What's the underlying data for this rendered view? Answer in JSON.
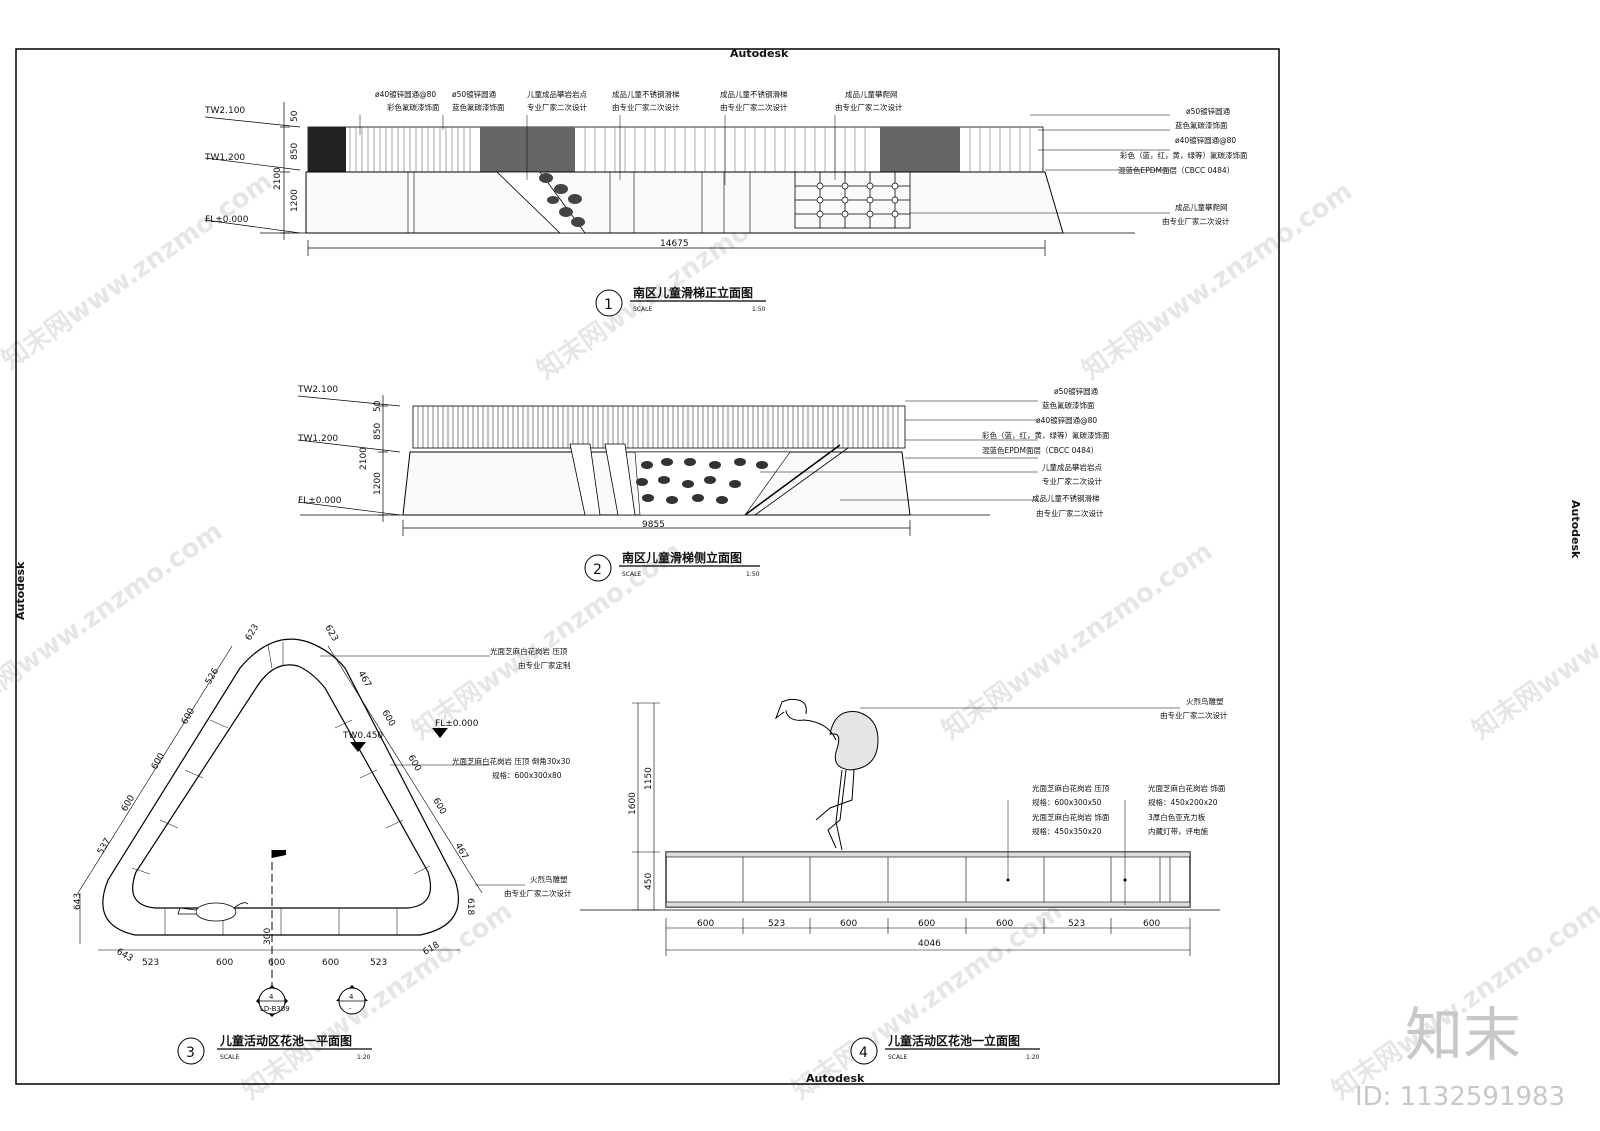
{
  "frame": {
    "autodesk_top": "Autodesk",
    "autodesk_bottom": "Autodesk",
    "autodesk_left": "Autodesk",
    "autodesk_right": "Autodesk"
  },
  "watermark": {
    "site": "知末网www.znzmo.com",
    "logo": "知末",
    "id": "ID: 1132591983"
  },
  "drawings": [
    {
      "num": "1",
      "title": "南区儿童滑梯正立面图",
      "scale_label": "SCALE",
      "scale": "1:50"
    },
    {
      "num": "2",
      "title": "南区儿童滑梯侧立面图",
      "scale_label": "SCALE",
      "scale": "1:50"
    },
    {
      "num": "3",
      "title": "儿童活动区花池一平面图",
      "scale_label": "SCALE",
      "scale": "1:20"
    },
    {
      "num": "4",
      "title": "儿童活动区花池一立面图",
      "scale_label": "SCALE",
      "scale": "1:20"
    }
  ],
  "elev1": {
    "levels": [
      "TW2.100",
      "TW1.200",
      "FL±0.000"
    ],
    "dims_v": [
      "50",
      "850",
      "2100",
      "1200"
    ],
    "dim_h": "14675",
    "top_notes": [
      [
        "ø40镀锌圆通@80",
        "彩色氟碳漆饰面"
      ],
      [
        "ø50镀锌圆通",
        "蓝色氟碳漆饰面"
      ],
      [
        "儿童成品攀岩岩点",
        "专业厂家二次设计"
      ],
      [
        "成品儿童不锈钢滑梯",
        "由专业厂家二次设计"
      ],
      [
        "成品儿童不锈钢滑梯",
        "由专业厂家二次设计"
      ],
      [
        "成品儿童攀爬网",
        "由专业厂家二次设计"
      ]
    ],
    "right_notes": [
      "ø50镀锌圆通",
      "蓝色氟碳漆饰面",
      "ø40镀锌圆通@80",
      "彩色（蓝，红，黄，绿等）氟碳漆饰面",
      "混蓝色EPDM面层（CBCC 0484）",
      "成品儿童攀爬网",
      "由专业厂家二次设计"
    ]
  },
  "elev2": {
    "levels": [
      "TW2.100",
      "TW1.200",
      "FL±0.000"
    ],
    "dims_v": [
      "50",
      "850",
      "2100",
      "1200"
    ],
    "dim_h": "9855",
    "right_notes": [
      "ø50镀锌圆通",
      "蓝色氟碳漆饰面",
      "ø40镀锌圆通@80",
      "彩色（蓝，红，黄，绿等）氟碳漆饰面",
      "混蓝色EPDM面层（CBCC 0484）",
      "儿童成品攀岩岩点",
      "专业厂家二次设计",
      "成品儿童不锈钢滑梯",
      "由专业厂家二次设计"
    ]
  },
  "plan3": {
    "dims_left": [
      "623",
      "526",
      "600",
      "600",
      "600",
      "537",
      "643"
    ],
    "dims_right": [
      "623",
      "467",
      "600",
      "600",
      "600",
      "467",
      "618"
    ],
    "dims_bottom": [
      "643",
      "523",
      "600",
      "600",
      "600",
      "523",
      "618"
    ],
    "dim_300": "300",
    "levels": [
      "FL±0.000",
      "TW0.450"
    ],
    "notes": [
      "光面芝麻白花岗岩  压顶",
      "由专业厂家定制",
      "光面芝麻白花岗岩  压顶  倒角30x30",
      "规格：600x300x80",
      "火烈鸟雕塑",
      "由专业厂家二次设计"
    ],
    "marker_a": {
      "top": "4",
      "bottom": "LD-B309"
    },
    "marker_b": {
      "top": "4",
      "bottom": "-"
    }
  },
  "elev4": {
    "dims_v": [
      "1150",
      "1600",
      "450"
    ],
    "dims_bottom": [
      "600",
      "523",
      "600",
      "600",
      "600",
      "523",
      "600"
    ],
    "dim_total": "4046",
    "notes_a": [
      "火烈鸟雕塑",
      "由专业厂家二次设计"
    ],
    "notes_b": [
      "光面芝麻白花岗岩  压顶",
      "规格：600x300x50",
      "光面芝麻白花岗岩  饰面",
      "规格：450x350x20"
    ],
    "notes_c": [
      "光面芝麻白花岗岩  饰面",
      "规格：450x200x20",
      "3厚白色亚克力板",
      "内藏灯带，评电施"
    ]
  }
}
